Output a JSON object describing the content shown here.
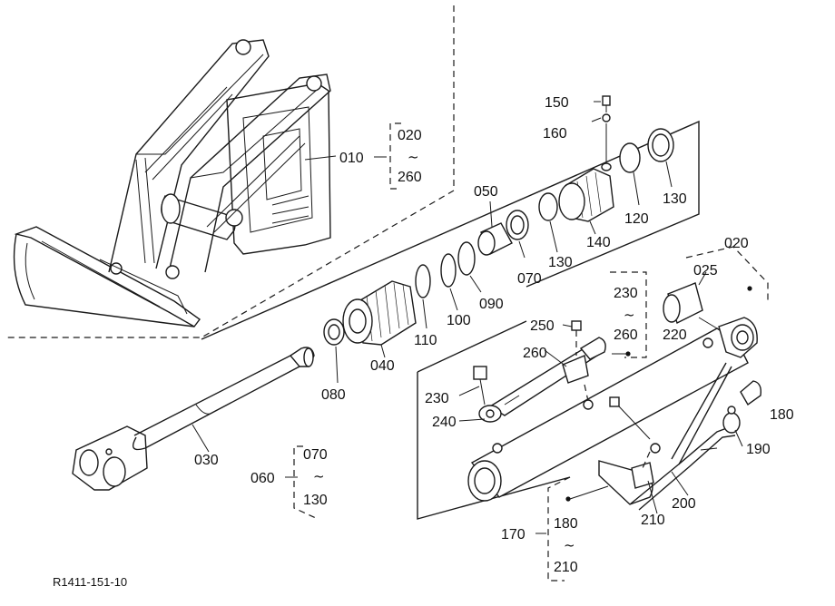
{
  "figure_code": "R1411-151-10",
  "callouts": [
    "010",
    "020",
    "025",
    "030",
    "040",
    "050",
    "060",
    "070",
    "080",
    "090",
    "100",
    "110",
    "120",
    "130",
    "140",
    "150",
    "160",
    "170",
    "180",
    "190",
    "200",
    "210",
    "220",
    "230",
    "240",
    "250",
    "260"
  ],
  "range_groups": [
    {
      "id": "g1",
      "from": "020",
      "tilde": "~",
      "to": "260"
    },
    {
      "id": "g2",
      "from": "230",
      "tilde": "~",
      "to": "260"
    },
    {
      "id": "g3",
      "from": "070",
      "tilde": "~",
      "to": "130"
    },
    {
      "id": "g4",
      "from": "180",
      "tilde": "~",
      "to": "210"
    }
  ]
}
